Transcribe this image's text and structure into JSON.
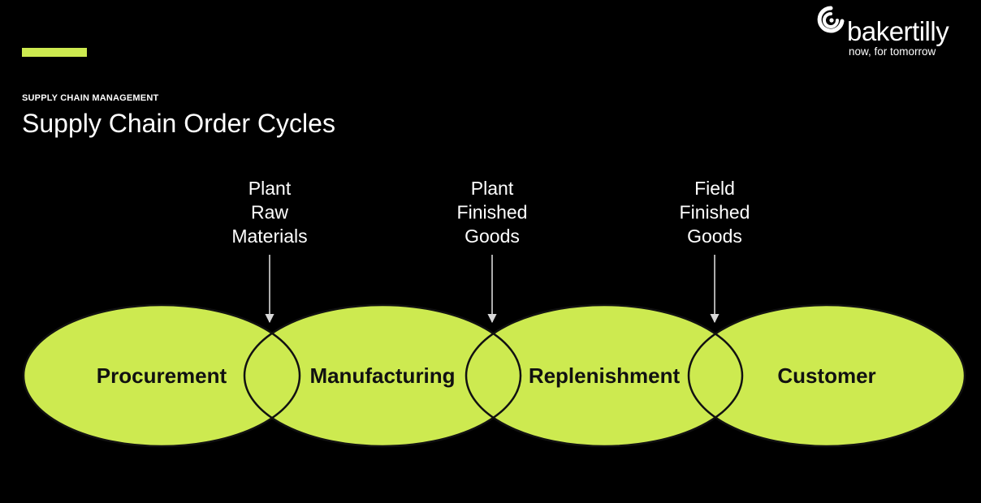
{
  "colors": {
    "background": "#000000",
    "accent": "#cdea50",
    "text_light": "#ffffff",
    "text_dark": "#111111",
    "outline": "#111111",
    "arrow": "#d8d8d8"
  },
  "logo": {
    "icon": "bakertilly-swirl-icon",
    "wordmark": "bakertilly",
    "tagline": "now, for tomorrow"
  },
  "header": {
    "eyebrow": "SUPPLY CHAIN MANAGEMENT",
    "title": "Supply Chain Order Cycles"
  },
  "diagram": {
    "stages": [
      {
        "label": "Procurement"
      },
      {
        "label": "Manufacturing"
      },
      {
        "label": "Replenishment"
      },
      {
        "label": "Customer"
      }
    ],
    "inventory_points": [
      {
        "lines": [
          "Plant",
          "Raw",
          "Materials"
        ]
      },
      {
        "lines": [
          "Plant",
          "Finished",
          "Goods"
        ]
      },
      {
        "lines": [
          "Field",
          "Finished",
          "Goods"
        ]
      }
    ]
  }
}
